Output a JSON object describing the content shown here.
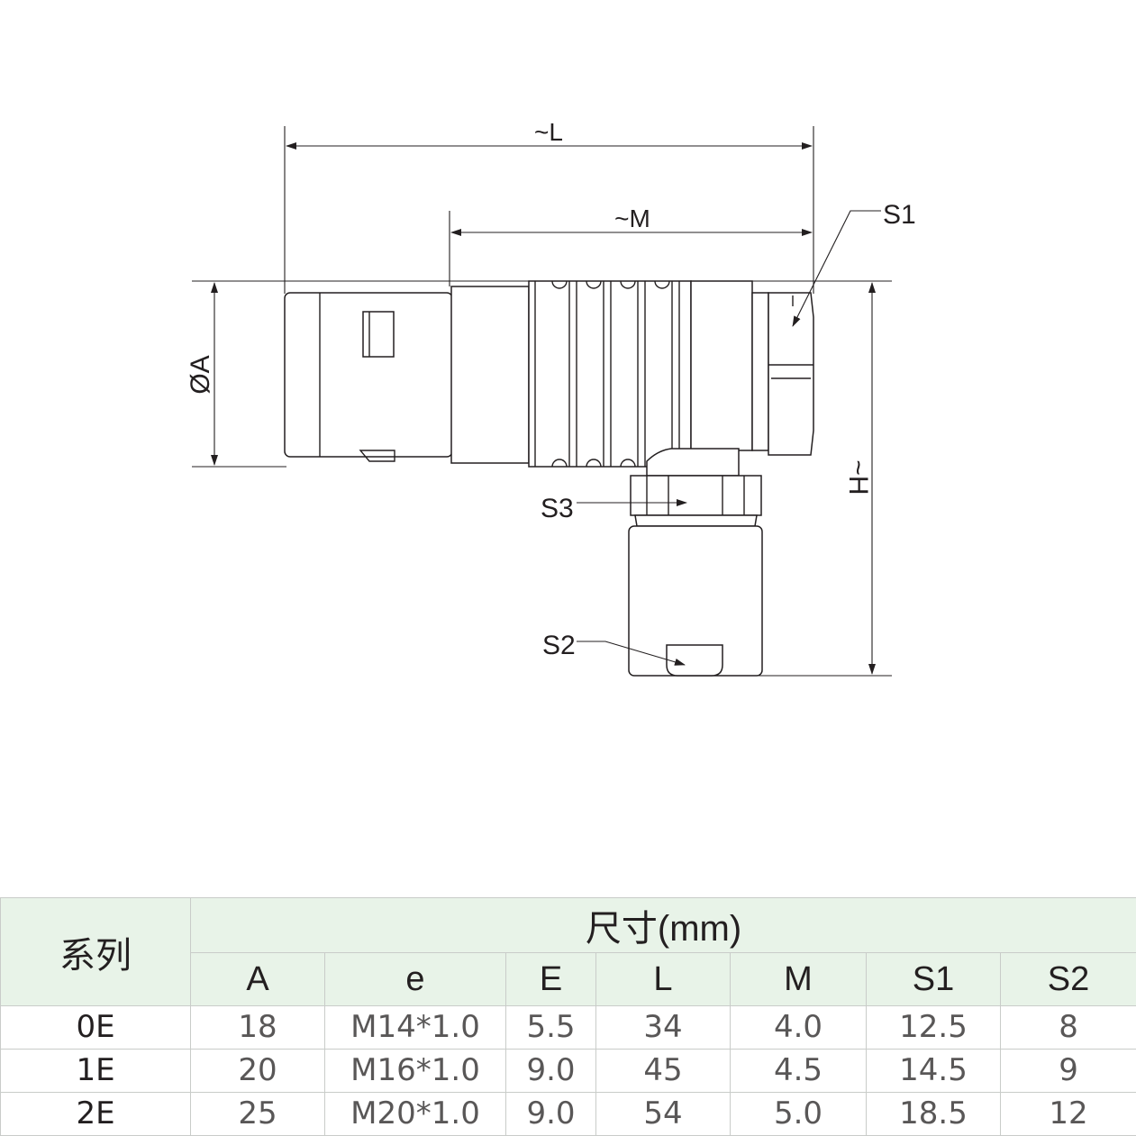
{
  "drawing": {
    "labels": {
      "length_total": "~L",
      "length_m": "~M",
      "diameter": "ØA",
      "height": "~H",
      "wrench_s1": "S1",
      "wrench_s2": "S2",
      "wrench_s3": "S3"
    }
  },
  "table": {
    "series_header": "系列",
    "group_header": "尺寸(mm)",
    "columns": [
      "A",
      "e",
      "E",
      "L",
      "M",
      "S1",
      "S2"
    ],
    "rows": [
      {
        "series": "0E",
        "values": [
          "18",
          "M14*1.0",
          "5.5",
          "34",
          "4.0",
          "12.5",
          "8"
        ]
      },
      {
        "series": "1E",
        "values": [
          "20",
          "M16*1.0",
          "9.0",
          "45",
          "4.5",
          "14.5",
          "9"
        ]
      },
      {
        "series": "2E",
        "values": [
          "25",
          "M20*1.0",
          "9.0",
          "54",
          "5.0",
          "18.5",
          "12"
        ]
      }
    ]
  }
}
